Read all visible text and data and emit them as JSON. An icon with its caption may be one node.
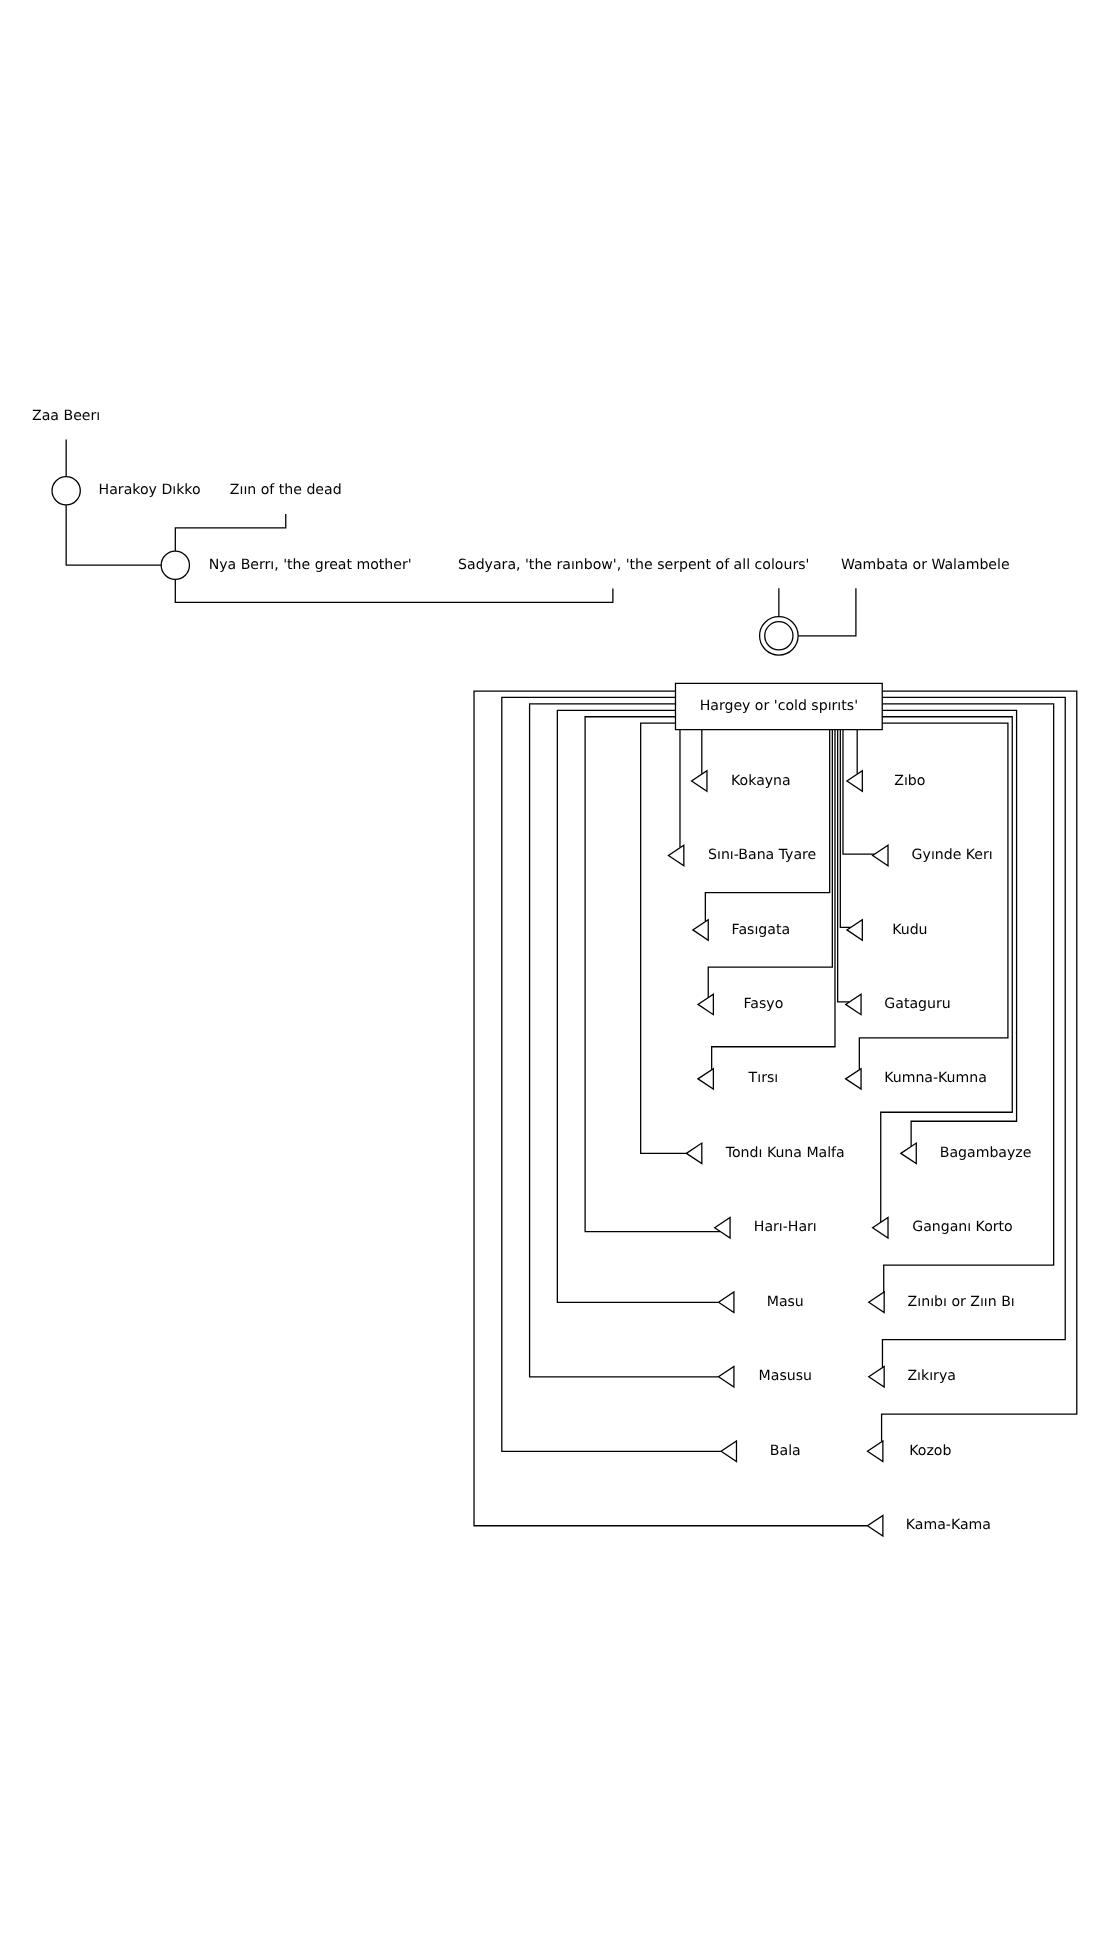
{
  "diagram": {
    "nodes": [
      {
        "text": [
          "Zaa Beerı"
        ]
      },
      {
        "text": [],
        "shape": "circle",
        "beside": [
          "Harakoy Dıkko"
        ]
      },
      {
        "text": [
          "Zıın of the dead"
        ]
      },
      {
        "text": [],
        "shape": "circle",
        "beside": [
          "Nya Berrı, 'the great mother'"
        ]
      },
      {
        "text": [
          "Sadyara, 'the raınbow', 'the serpent of all colours'"
        ]
      },
      {
        "text": [
          "Wambata or Walambele"
        ]
      },
      {
        "text": [],
        "shape": "circle-triangle"
      },
      {
        "text": [
          "Hargey or 'cold spırıts'"
        ]
      },
      {
        "text": [],
        "shape": "triangle",
        "beside": [
          "Kokayna"
        ]
      },
      {
        "text": [],
        "shape": "triangle",
        "beside": [
          "Sını-Bana Tyare"
        ]
      },
      {
        "text": [],
        "shape": "triangle",
        "beside": [
          "Fasıgata"
        ]
      },
      {
        "text": [],
        "shape": "triangle",
        "beside": [
          "Fasyo"
        ]
      },
      {
        "text": [],
        "shape": "triangle",
        "beside": [
          "Tırsı"
        ]
      },
      {
        "text": [],
        "shape": "triangle",
        "beside": [
          "Tondı Kuna Malfa"
        ]
      },
      {
        "text": [],
        "shape": "triangle",
        "beside": [
          "Harı-Harı"
        ]
      },
      {
        "text": [],
        "shape": "triangle",
        "beside": [
          "Masu"
        ]
      },
      {
        "text": [],
        "shape": "triangle",
        "beside": [
          "Masusu"
        ]
      },
      {
        "text": [],
        "shape": "triangle",
        "beside": [
          "Bala"
        ]
      },
      {
        "text": [],
        "shape": "triangle",
        "beside": [
          "Zıbo"
        ]
      },
      {
        "text": [],
        "shape": "triangle",
        "beside": [
          "Gyınde Kerı"
        ]
      },
      {
        "text": [],
        "shape": "triangle",
        "beside": [
          "Kudu"
        ]
      },
      {
        "text": [],
        "shape": "triangle",
        "beside": [
          "Gataguru"
        ]
      },
      {
        "text": [],
        "shape": "triangle",
        "beside": [
          "Kumna-Kumna"
        ]
      },
      {
        "text": [],
        "shape": "triangle",
        "beside": [
          "Bagambayze"
        ]
      },
      {
        "text": [],
        "shape": "triangle",
        "beside": [
          "Ganganı Korto"
        ]
      },
      {
        "text": [],
        "shape": "triangle",
        "beside": [
          "Zınıbı or Zıın Bı"
        ]
      },
      {
        "text": [],
        "shape": "triangle",
        "beside": [
          "Zıkırya"
        ]
      },
      {
        "text": [],
        "shape": "triangle",
        "beside": [
          "Kozob"
        ]
      },
      {
        "text": [],
        "shape": "triangle",
        "beside": [
          "Kama-Kama"
        ]
      }
    ],
    "edges": [
      {
        "from": 0,
        "to": 1,
        "arrow": "none"
      },
      {
        "from": 1,
        "to": 3,
        "arrow": "none"
      },
      {
        "from": 2,
        "to": 3,
        "arrow": "none"
      },
      {
        "from": 3,
        "to": 4,
        "arrow": "none"
      },
      {
        "from": 5,
        "to": 6,
        "arrow": "none"
      },
      {
        "from": 4,
        "to": 6,
        "arrow": "none"
      },
      {
        "from": 7,
        "to": 8,
        "arrow": "none"
      },
      {
        "from": 7,
        "to": 9,
        "arrow": "none"
      },
      {
        "from": 7,
        "to": 10,
        "arrow": "none"
      },
      {
        "from": 7,
        "to": 11,
        "arrow": "none"
      },
      {
        "from": 7,
        "to": 12,
        "arrow": "none"
      },
      {
        "from": 7,
        "to": 13,
        "arrow": "none"
      },
      {
        "from": 7,
        "to": 14,
        "arrow": "none"
      },
      {
        "from": 7,
        "to": 15,
        "arrow": "none"
      },
      {
        "from": 7,
        "to": 16,
        "arrow": "none"
      },
      {
        "from": 7,
        "to": 17,
        "arrow": "none"
      },
      {
        "from": 7,
        "to": 18,
        "arrow": "none"
      },
      {
        "from": 7,
        "to": 19,
        "arrow": "none"
      },
      {
        "from": 7,
        "to": 20,
        "arrow": "none"
      },
      {
        "from": 7,
        "to": 21,
        "arrow": "none"
      },
      {
        "from": 7,
        "to": 22,
        "arrow": "none"
      },
      {
        "from": 7,
        "to": 23,
        "arrow": "none"
      },
      {
        "from": 7,
        "to": 24,
        "arrow": "none"
      },
      {
        "from": 7,
        "to": 25,
        "arrow": "none"
      },
      {
        "from": 7,
        "to": 26,
        "arrow": "none"
      },
      {
        "from": 7,
        "to": 27,
        "arrow": "none"
      },
      {
        "from": 7,
        "to": 28,
        "arrow": "none"
      }
    ]
  }
}
